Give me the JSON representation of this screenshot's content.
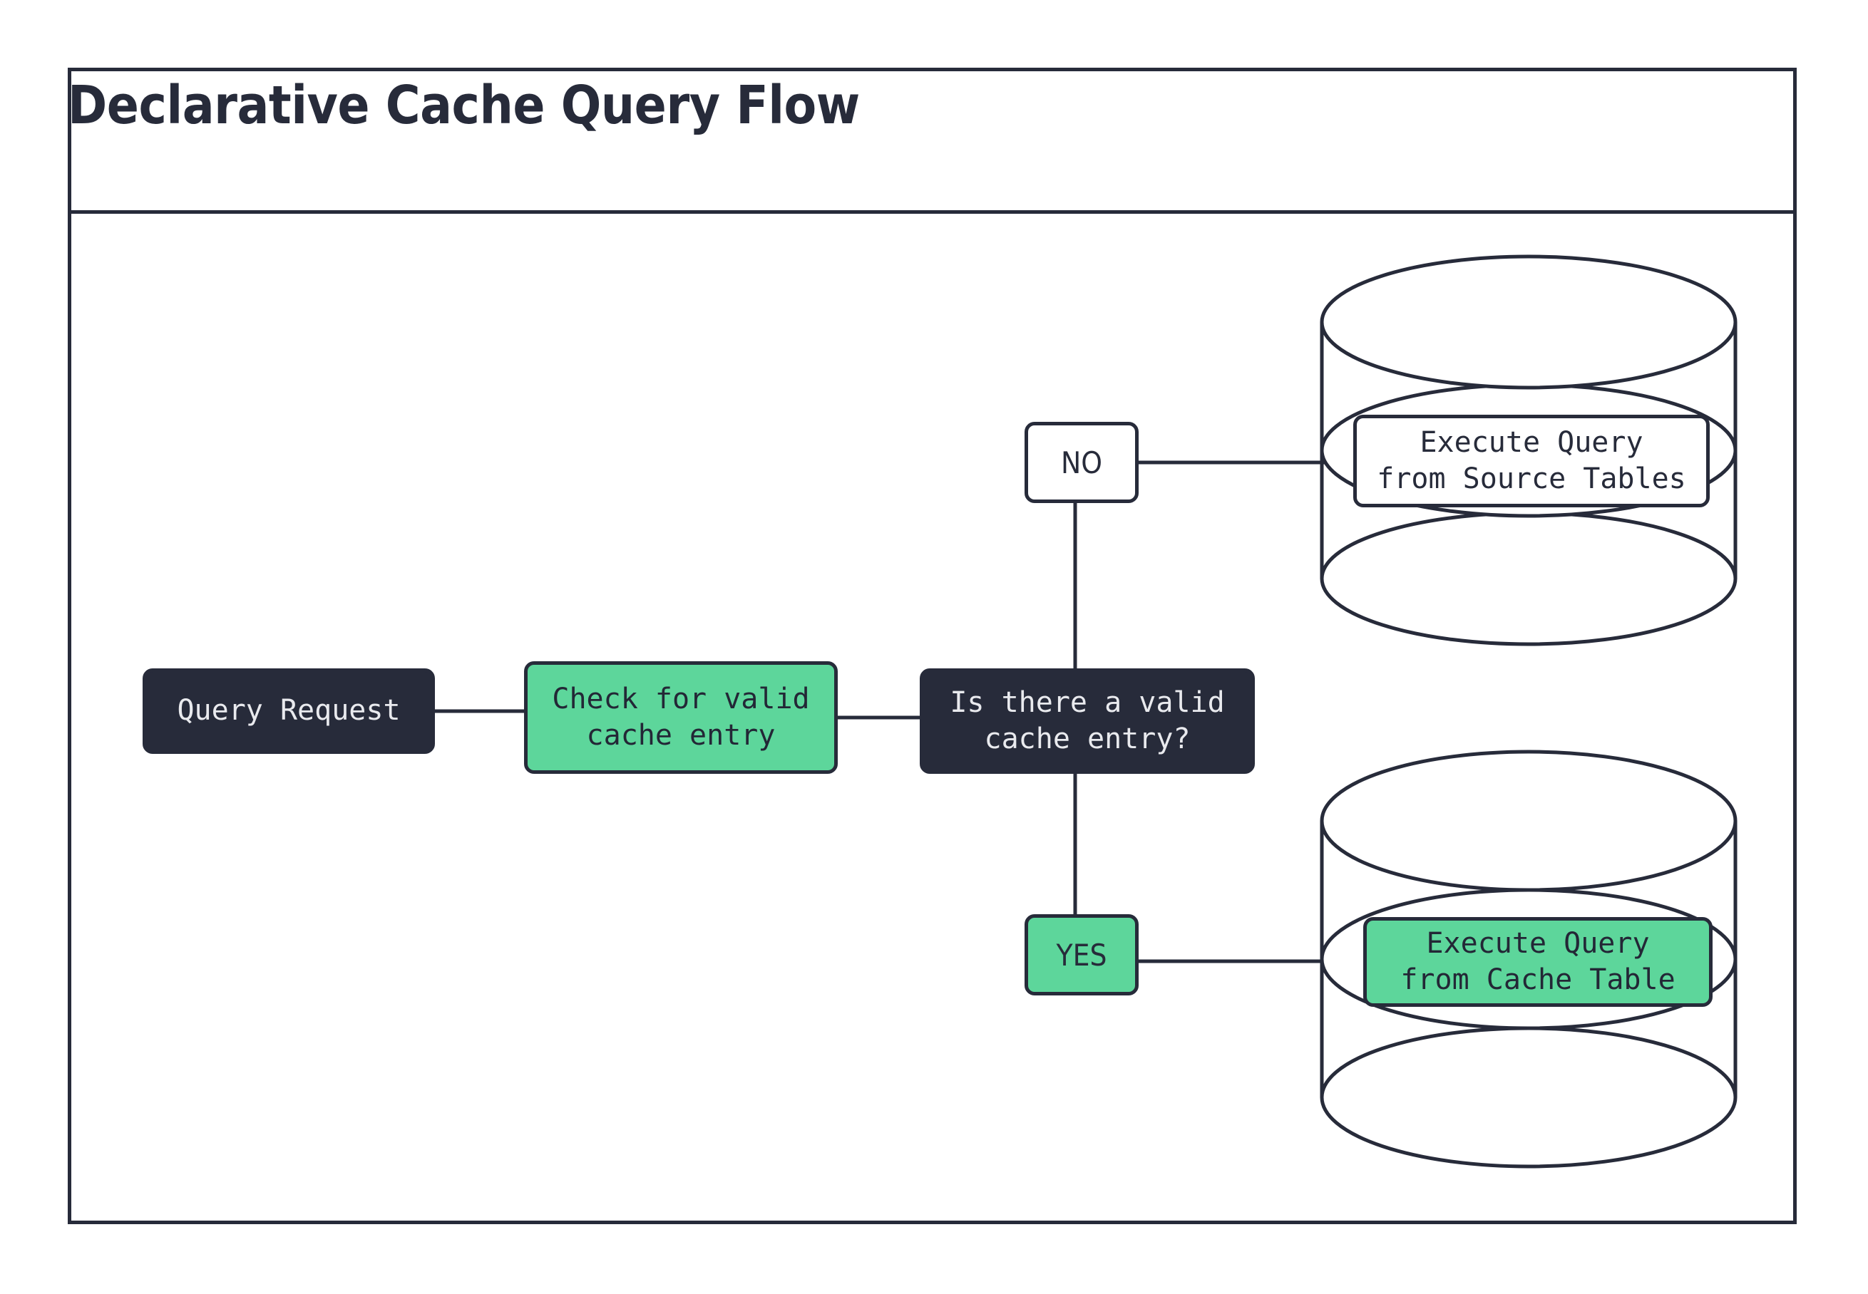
{
  "diagram": {
    "title": "Declarative Cache Query Flow",
    "type": "flowchart",
    "theme": {
      "background": "#ffffff",
      "stroke": "#272B3A",
      "dark_fill": "#272B3A",
      "dark_text": "#E9EAEE",
      "green_fill": "#5DD69B",
      "green_text": "#232736",
      "white_fill": "#FFFFFF"
    },
    "nodes": [
      {
        "id": "query_request",
        "label": "Query Request",
        "shape": "rounded-rect",
        "style": "dark"
      },
      {
        "id": "check_cache",
        "label": "Check for valid\ncache entry",
        "shape": "rounded-rect",
        "style": "green"
      },
      {
        "id": "decision",
        "label": "Is there a valid\ncache entry?",
        "shape": "rounded-rect",
        "style": "dark"
      },
      {
        "id": "source_exec",
        "label": "Execute Query\nfrom Source Tables",
        "shape": "rounded-rect",
        "style": "white"
      },
      {
        "id": "cache_exec",
        "label": "Execute Query\nfrom Cache Table",
        "shape": "rounded-rect",
        "style": "green"
      }
    ],
    "branch_labels": [
      {
        "id": "no",
        "label": "NO",
        "style": "white"
      },
      {
        "id": "yes",
        "label": "YES",
        "style": "green"
      }
    ],
    "databases": [
      {
        "id": "source_db",
        "position": "upper-right",
        "contains": "source_exec"
      },
      {
        "id": "cache_db",
        "position": "lower-right",
        "contains": "cache_exec"
      }
    ],
    "edges": [
      {
        "from": "query_request",
        "to": "check_cache"
      },
      {
        "from": "check_cache",
        "to": "decision"
      },
      {
        "from": "decision",
        "to": "no",
        "direction": "up"
      },
      {
        "from": "no",
        "to": "source_db",
        "direction": "right"
      },
      {
        "from": "decision",
        "to": "yes",
        "direction": "down"
      },
      {
        "from": "yes",
        "to": "cache_db",
        "direction": "right"
      }
    ]
  }
}
